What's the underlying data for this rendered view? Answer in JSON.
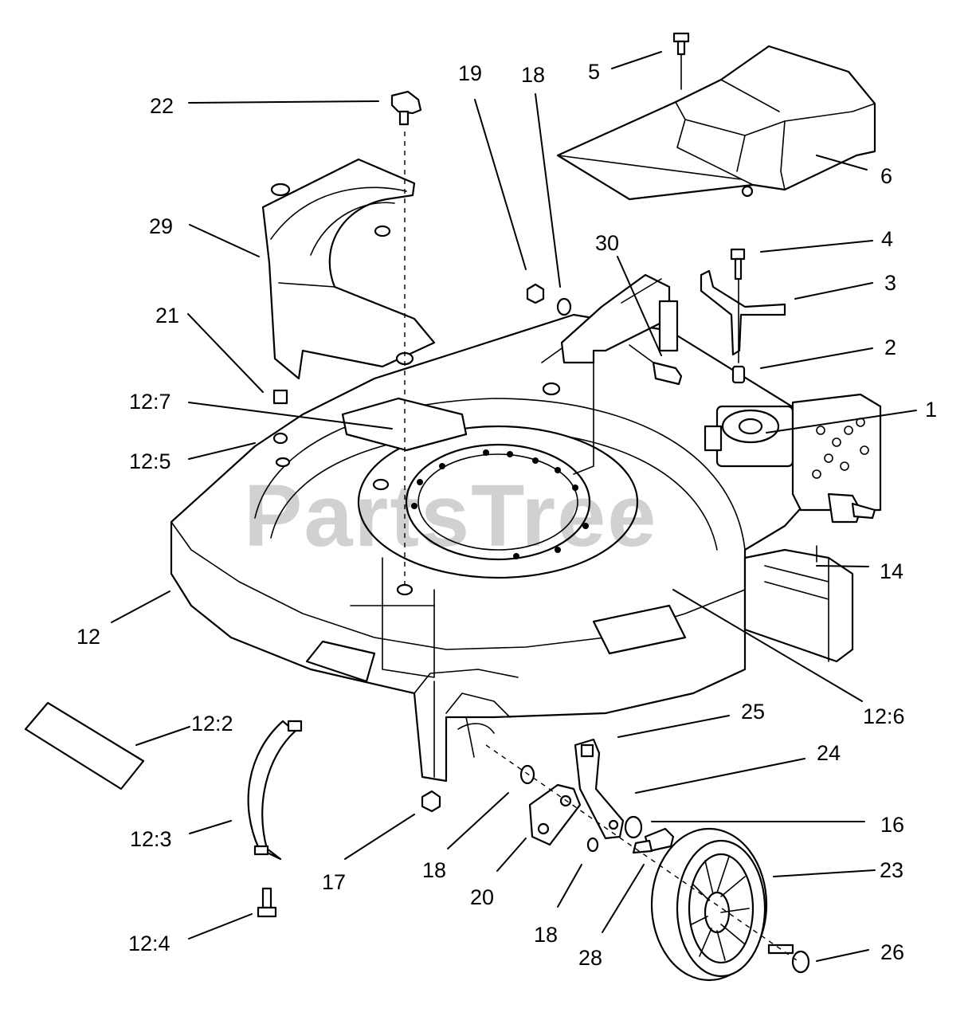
{
  "watermark": "PartsTree",
  "callouts": {
    "c1": "1",
    "c2": "2",
    "c3": "3",
    "c4": "4",
    "c5": "5",
    "c6": "6",
    "c12": "12",
    "c12_2": "12:2",
    "c12_3": "12:3",
    "c12_4": "12:4",
    "c12_5": "12:5",
    "c12_6": "12:6",
    "c12_7": "12:7",
    "c14": "14",
    "c16": "16",
    "c17": "17",
    "c18a": "18",
    "c18b": "18",
    "c18c": "18",
    "c19": "19",
    "c20": "20",
    "c21": "21",
    "c22": "22",
    "c23": "23",
    "c24": "24",
    "c25": "25",
    "c26": "26",
    "c28": "28",
    "c29": "29",
    "c30": "30"
  },
  "colors": {
    "line": "#000000",
    "background": "#ffffff",
    "watermark": "#b0b0b0"
  }
}
